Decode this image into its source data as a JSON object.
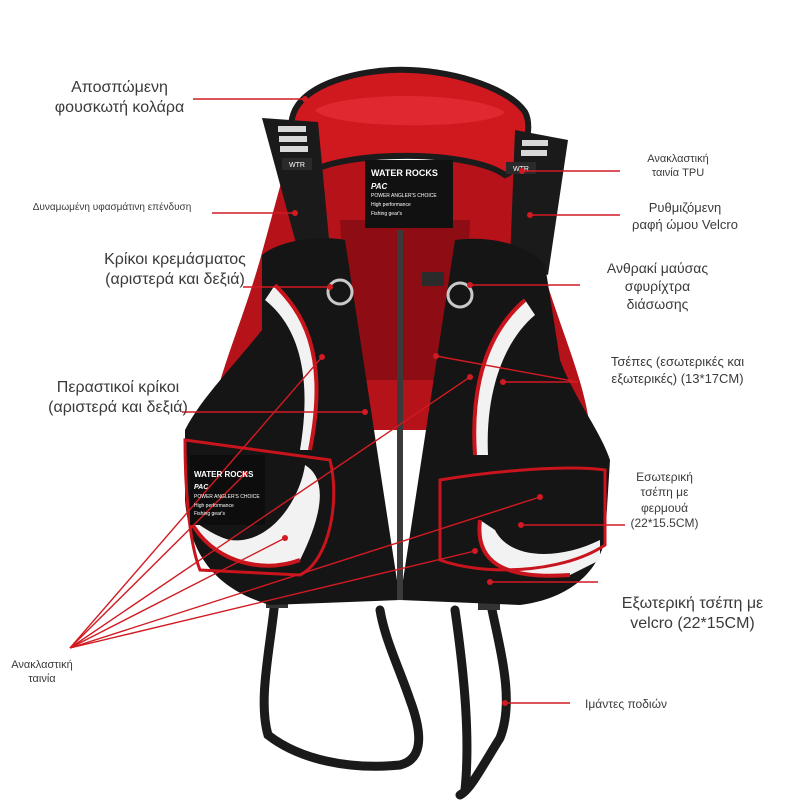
{
  "annotations": {
    "collar": "Αποσπώμενη\nφουσκωτή κολάρα",
    "tpu_tape": "Ανακλαστική\nταινία TPU",
    "lining": "Δυναμωμένη υφασμάτινη επένδυση",
    "shoulder": "Ρυθμιζόμενη\nραφή ώμου Velcro",
    "hanging_rings": "Κρίκοι κρεμάσματος\n(αριστερά και δεξιά)",
    "carabiner": "Ανθρακί μαύσας\nσφυρίχτρα\nδιάσωσης",
    "pockets": "Τσέπες (εσωτερικές και\nεξωτερικές) (13*17CM)",
    "through_rings": "Περαστικοί κρίκοι\n(αριστερά και δεξιά)",
    "zip_pocket": "Εσωτερική\nτσέπη με\nφερμουά\n(22*15.5CM)",
    "velcro_pocket": "Εξωτερική τσέπη με\nvelcro (22*15CM)",
    "reflective_tape": "Ανακλαστική\nταινία",
    "leg_straps": "Ιμάντες ποδιών"
  },
  "product_text": {
    "collar_brand": "WATER ROCKS",
    "collar_sub": "PAC",
    "collar_tag1": "POWER ANGLER'S CHOICE",
    "collar_tag2": "High performance",
    "collar_tag3": "Fishing gear's",
    "pocket_brand": "WATER ROCKS",
    "pocket_sub": "PAC",
    "pocket_tag1": "POWER ANGLER'S CHOICE",
    "pocket_tag2": "High performance",
    "pocket_tag3": "Fishing gear's",
    "shoulder_badge_left": "WTR",
    "shoulder_badge_right": "WTR"
  },
  "colors": {
    "pointer": "#d11a22",
    "vest_red": "#c8141c",
    "vest_black": "#141414",
    "reflective": "#f2f2f2",
    "label_text": "#3a3a3a"
  }
}
